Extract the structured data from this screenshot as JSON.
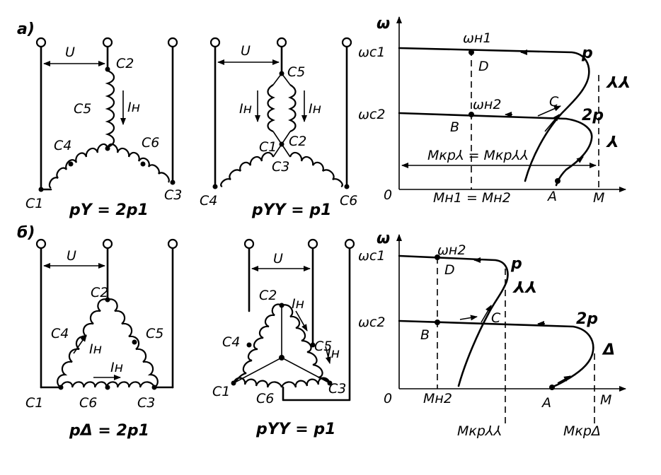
{
  "labels": {
    "a": "а)",
    "b": "б)",
    "u": "U",
    "in": "Iн",
    "c1": "C1",
    "c2": "C2",
    "c3": "C3",
    "c4": "C4",
    "c5": "C5",
    "c6": "C6",
    "p_y": "pY = 2p1",
    "p_yy": "pYY = p1",
    "p_d": "pΔ = 2p1",
    "p_yy2": "pYY = p1"
  },
  "graph_a": {
    "y_axis": "ω",
    "x_axis": "M",
    "origin": "0",
    "wc1": "ωc1",
    "wc2": "ωc2",
    "wn1": "ωн1",
    "wn2": "ωн2",
    "pt_d": "D",
    "pt_b": "B",
    "pt_c": "C",
    "pt_a": "A",
    "p": "p",
    "p2": "2p",
    "yy": "⅄⅄",
    "y": "⅄",
    "mkr": "Mкр⅄ = Mкр⅄⅄",
    "mn": "Mн1 = Mн2",
    "m": "M"
  },
  "graph_b": {
    "y_axis": "ω",
    "x_axis": "M",
    "origin": "0",
    "wc1": "ωc1",
    "wc2": "ωc2",
    "wn2": "ωн2",
    "pt_d": "D",
    "pt_b": "B",
    "pt_c": "C",
    "pt_a": "A",
    "p": "p",
    "p2": "2p",
    "yy": "⅄⅄",
    "delta": "Δ",
    "mn2": "Mн2",
    "mkr_yy": "Mкр⅄⅄",
    "mkr_d": "MкрΔ"
  }
}
